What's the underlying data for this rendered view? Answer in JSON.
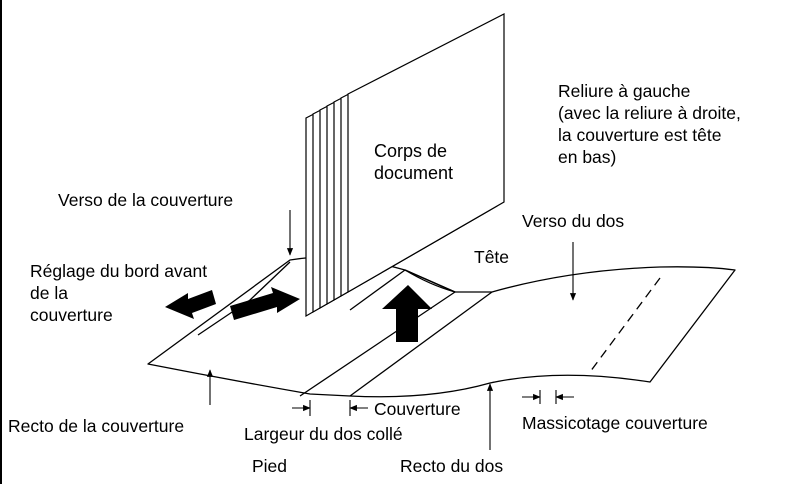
{
  "labels": {
    "corps_document": "Corps de\ndocument",
    "reliure": "Reliure à gauche\n(avec la reliure à droite,\nla couverture est tête\nen bas)",
    "verso_couverture": "Verso de la couverture",
    "verso_dos": "Verso du dos",
    "tete": "Tête",
    "reglage": "Réglage du bord avant\nde la\ncouverture",
    "recto_couverture": "Recto de la couverture",
    "couverture": "Couverture",
    "largeur_dos": "Largeur du dos collé",
    "massicotage": "Massicotage couverture",
    "pied": "Pied",
    "recto_dos": "Recto du dos"
  }
}
